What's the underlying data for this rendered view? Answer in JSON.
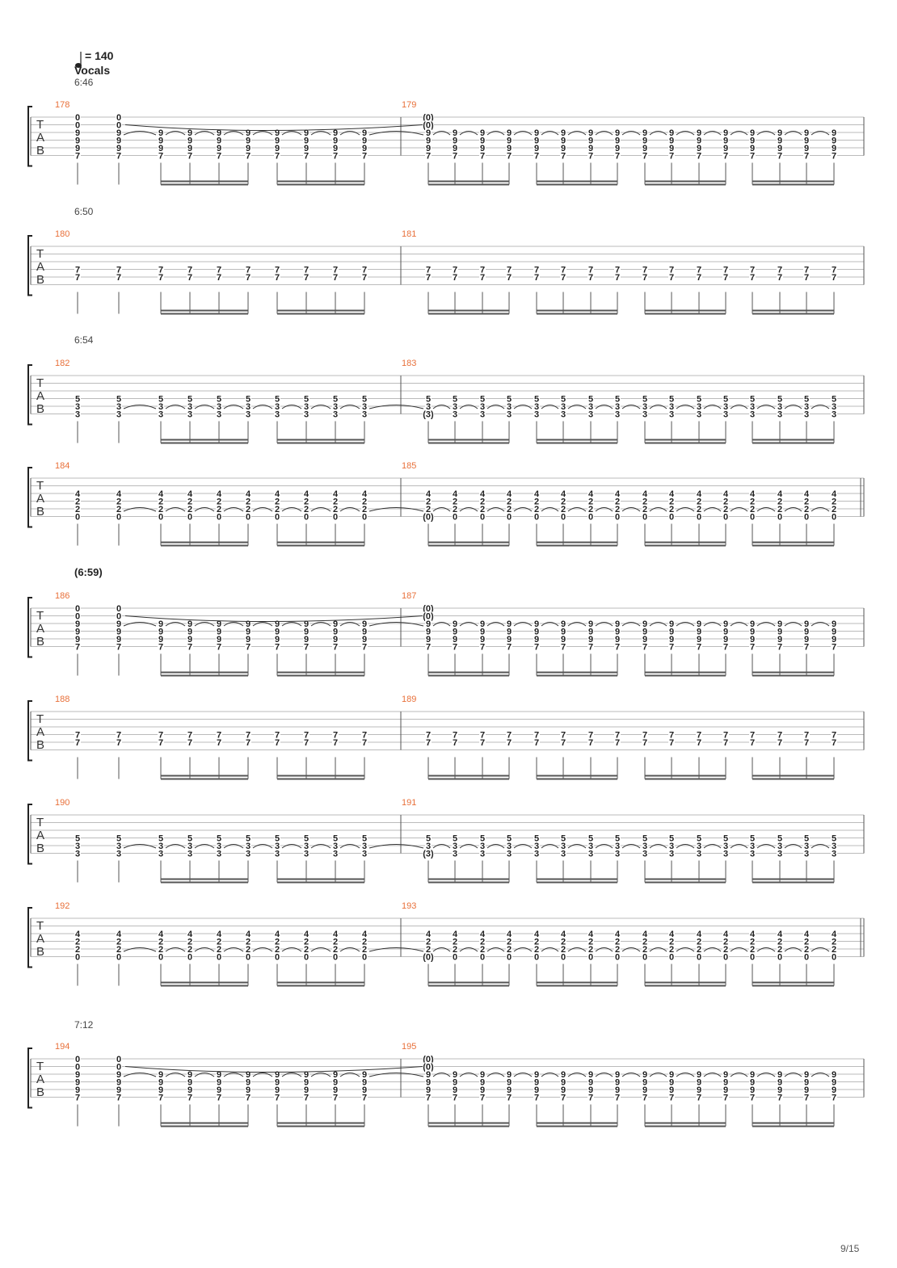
{
  "header": {
    "tempo_label": "= 140",
    "track_name": "Vocals",
    "note_icon": "quarter-note-icon"
  },
  "tab_clef": [
    "T",
    "A",
    "B"
  ],
  "page_number": "9/15",
  "colors": {
    "measure_number": "#e8703a",
    "ink": "#222222",
    "staff_line": "#bbbbbb"
  },
  "systems": [
    {
      "time_marker": "6:46",
      "measures": [
        {
          "number": "178",
          "frets": [
            "0",
            "0",
            "9",
            "9",
            "9",
            "7"
          ],
          "slurs": true,
          "held_notation": "",
          "parenthesized_first": false
        },
        {
          "number": "179",
          "frets": [
            "(0)",
            "(0)",
            "9",
            "9",
            "9",
            "7"
          ],
          "slurs": true,
          "held_notation": "",
          "parenthesized_first": true
        }
      ],
      "chord_of_first_beats": [
        "0",
        "0",
        "9",
        "9",
        "9",
        "7"
      ],
      "chord_of_later_beats": [
        "9",
        "9",
        "9",
        "7"
      ]
    },
    {
      "time_marker": "6:50",
      "measures": [
        {
          "number": "180",
          "frets": [
            "7",
            "7"
          ],
          "slurs": false,
          "parenthesized_first": false
        },
        {
          "number": "181",
          "frets": [
            "7",
            "7"
          ],
          "slurs": false,
          "parenthesized_first": false
        }
      ]
    },
    {
      "time_marker": "6:54",
      "measures": [
        {
          "number": "182",
          "frets": [
            "5",
            "3",
            "3"
          ],
          "slurs": true,
          "parenthesized_first": false
        },
        {
          "number": "183",
          "frets": [
            "5",
            "3",
            "(3)"
          ],
          "slurs": true,
          "parenthesized_first": true
        }
      ]
    },
    {
      "time_marker": "",
      "measures": [
        {
          "number": "184",
          "frets": [
            "4",
            "2",
            "2",
            "0"
          ],
          "slurs": true,
          "parenthesized_first": false
        },
        {
          "number": "185",
          "frets": [
            "4",
            "2",
            "2",
            "(0)"
          ],
          "slurs": true,
          "parenthesized_first": true
        }
      ]
    },
    {
      "time_marker": "(6:59)",
      "measures": [
        {
          "number": "186",
          "frets": [
            "0",
            "0",
            "9",
            "9",
            "9",
            "7"
          ],
          "slurs": true,
          "parenthesized_first": false
        },
        {
          "number": "187",
          "frets": [
            "(0)",
            "(0)",
            "9",
            "9",
            "9",
            "7"
          ],
          "slurs": true,
          "parenthesized_first": true
        }
      ]
    },
    {
      "time_marker": "",
      "measures": [
        {
          "number": "188",
          "frets": [
            "7",
            "7"
          ],
          "slurs": false,
          "parenthesized_first": false
        },
        {
          "number": "189",
          "frets": [
            "7",
            "7"
          ],
          "slurs": false,
          "parenthesized_first": false
        }
      ]
    },
    {
      "time_marker": "",
      "measures": [
        {
          "number": "190",
          "frets": [
            "5",
            "3",
            "3"
          ],
          "slurs": true,
          "parenthesized_first": false
        },
        {
          "number": "191",
          "frets": [
            "5",
            "3",
            "(3)"
          ],
          "slurs": true,
          "parenthesized_first": true
        }
      ]
    },
    {
      "time_marker": "",
      "measures": [
        {
          "number": "192",
          "frets": [
            "4",
            "2",
            "2",
            "0"
          ],
          "slurs": true,
          "parenthesized_first": false
        },
        {
          "number": "193",
          "frets": [
            "4",
            "2",
            "2",
            "(0)"
          ],
          "slurs": true,
          "parenthesized_first": true
        }
      ]
    },
    {
      "time_marker": "7:12",
      "measures": [
        {
          "number": "194",
          "frets": [
            "0",
            "0",
            "9",
            "9",
            "9",
            "7"
          ],
          "slurs": true,
          "parenthesized_first": false
        },
        {
          "number": "195",
          "frets": [
            "(0)",
            "(0)",
            "9",
            "9",
            "9",
            "7"
          ],
          "slurs": true,
          "parenthesized_first": true
        }
      ]
    }
  ]
}
